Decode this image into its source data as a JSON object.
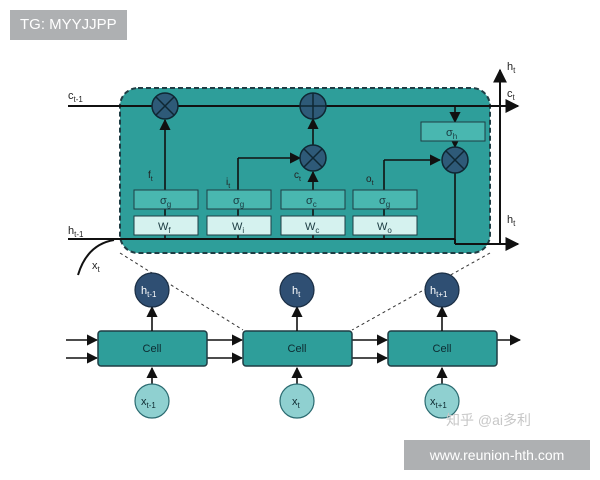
{
  "overlay": {
    "top_tag": "TG: MYYJJPP",
    "bottom_tag": "www.reunion-hth.com",
    "watermark": "知乎 @ai多利"
  },
  "inputs": {
    "c_prev": "c",
    "c_prev_sub": "t-1",
    "h_prev": "h",
    "h_prev_sub": "t-1",
    "x": "x",
    "x_sub": "t"
  },
  "outputs": {
    "h_top": "h",
    "h_top_sub": "t",
    "c_out": "c",
    "c_out_sub": "t",
    "h_right": "h",
    "h_right_sub": "t"
  },
  "gate_labels": {
    "f": "f",
    "f_sub": "t",
    "i": "i",
    "i_sub": "t",
    "c": "c",
    "c_sub": "t",
    "o": "o",
    "o_sub": "t"
  },
  "gates": {
    "forget": {
      "act": "σ",
      "act_sub": "g",
      "weight": "W",
      "weight_sub": "f"
    },
    "input": {
      "act": "σ",
      "act_sub": "g",
      "weight": "W",
      "weight_sub": "i"
    },
    "cand": {
      "act": "σ",
      "act_sub": "c",
      "weight": "W",
      "weight_sub": "c"
    },
    "output": {
      "act": "σ",
      "act_sub": "g",
      "weight": "W",
      "weight_sub": "o"
    }
  },
  "sigma_h": {
    "act": "σ",
    "act_sub": "h"
  },
  "unrolled": {
    "cells": [
      "Cell",
      "Cell",
      "Cell"
    ],
    "hidden": [
      {
        "t": "h",
        "s": "t-1"
      },
      {
        "t": "h",
        "s": "t"
      },
      {
        "t": "h",
        "s": "t+1"
      }
    ],
    "inputs": [
      {
        "t": "x",
        "s": "t-1"
      },
      {
        "t": "x",
        "s": "t"
      },
      {
        "t": "x",
        "s": "t+1"
      }
    ]
  },
  "colors": {
    "cell_fill": "#2e9e9a",
    "cell_stroke": "#1f3d44",
    "gate_top": "#49b7b0",
    "gate_bottom": "#d5f2ef",
    "op_fill": "#2e5a78",
    "node_dark": "#2f4f73",
    "node_light": "#8fd0d0",
    "unrolled_cell": "#2e9e9a"
  }
}
